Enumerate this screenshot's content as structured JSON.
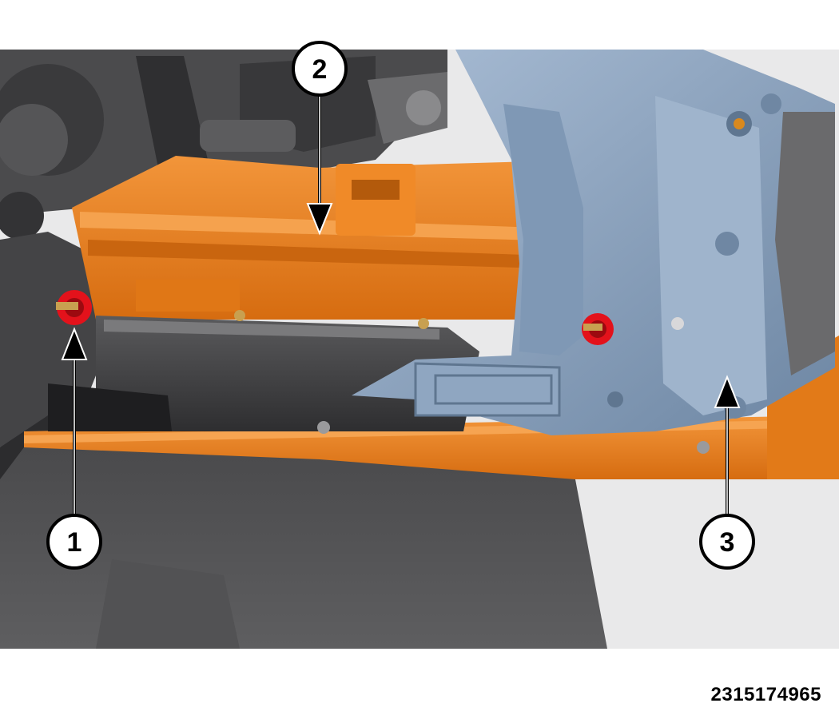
{
  "figure": {
    "id": "2315174965"
  },
  "callouts": [
    {
      "label": "1",
      "target": "mounting-nut-left"
    },
    {
      "label": "2",
      "target": "tray-clip-top"
    },
    {
      "label": "3",
      "target": "support-bracket-right"
    }
  ],
  "colors": {
    "orange_part": "#ec7f1a",
    "orange_dark": "#b85c0c",
    "bracket_blue": "#8ea6c2",
    "bracket_shadow": "#5f7690",
    "nut_red": "#e3121b",
    "dark_gray": "#3d3d3f",
    "mid_gray": "#6a6a6c"
  },
  "icons": {
    "arrow": "arrow-icon",
    "callout": "callout-circle-icon"
  }
}
